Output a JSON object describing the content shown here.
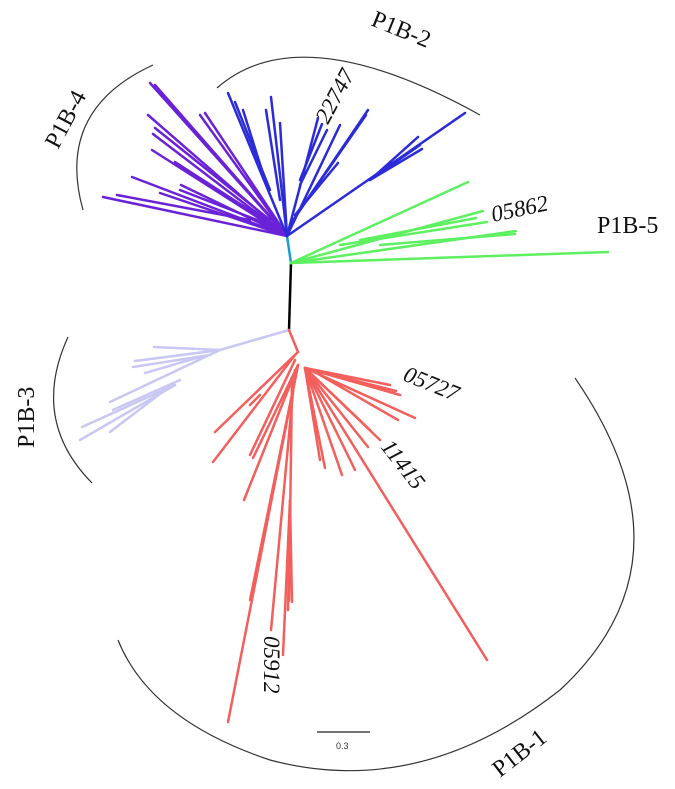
{
  "figure": {
    "type": "unrooted phylogenetic tree",
    "colors": {
      "P1B-1": "#f25f5c",
      "P1B-2": "#2b2bd8",
      "P1B-3": "#c8c8f2",
      "P1B-4": "#6a22d6",
      "P1B-5": "#5ef060",
      "trunk": "#000000",
      "connector": "#1a9ad6",
      "arc": "#333333"
    },
    "clades": [
      {
        "id": "P1B-1",
        "label": "P1B-1"
      },
      {
        "id": "P1B-2",
        "label": "P1B-2"
      },
      {
        "id": "P1B-3",
        "label": "P1B-3"
      },
      {
        "id": "P1B-4",
        "label": "P1B-4"
      },
      {
        "id": "P1B-5",
        "label": "P1B-5"
      }
    ],
    "leaf_labels": [
      {
        "id": "22747",
        "label": "22747",
        "clade": "P1B-2"
      },
      {
        "id": "05862",
        "label": "05862",
        "clade": "P1B-5"
      },
      {
        "id": "05727",
        "label": "05727",
        "clade": "P1B-1"
      },
      {
        "id": "11415",
        "label": "11415",
        "clade": "P1B-1"
      },
      {
        "id": "05912",
        "label": "05912",
        "clade": "P1B-1"
      }
    ],
    "scale_bar": {
      "label": "0.3"
    }
  }
}
